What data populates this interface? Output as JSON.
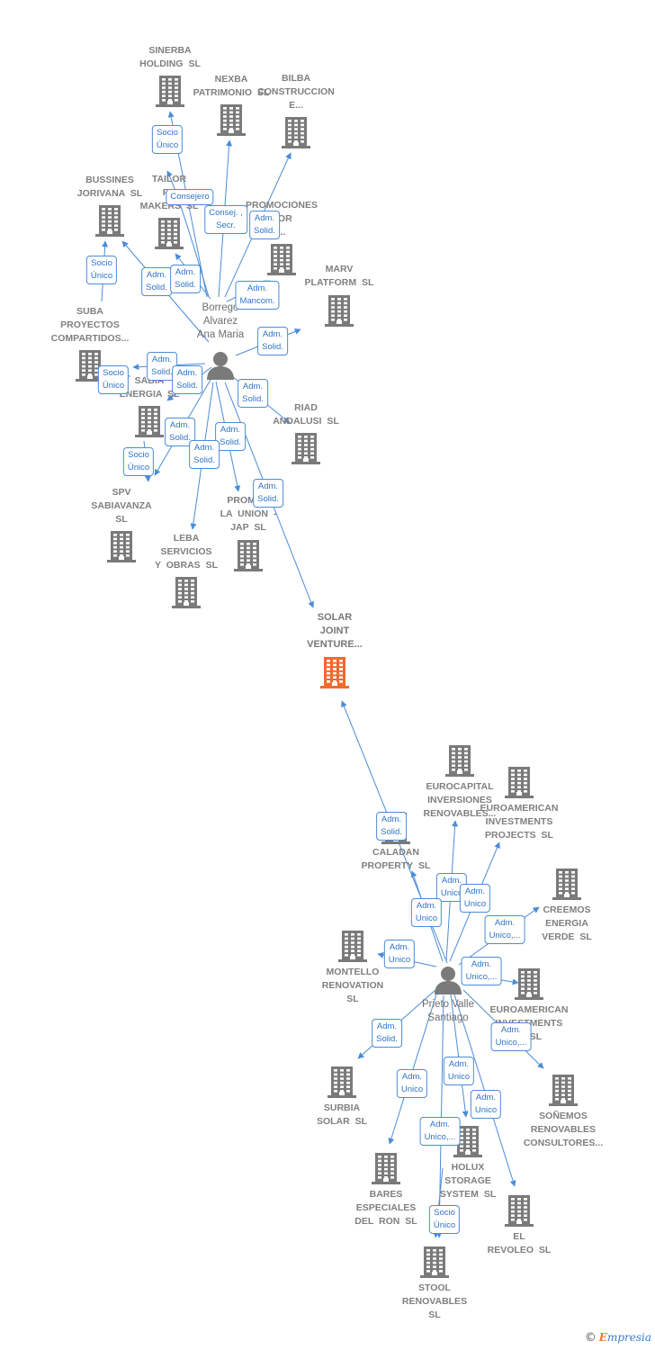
{
  "colors": {
    "edge": "#4a8cd8",
    "node": "#7a7a7a",
    "main_node": "#f06a2e",
    "tag_text": "#2f74c7"
  },
  "nodes": [
    {
      "id": "main",
      "type": "company",
      "main": true,
      "lines": [
        "SOLAR",
        "JOINT",
        "VENTURE..."
      ]
    },
    {
      "id": "p1",
      "type": "person",
      "lines": [
        "Borrego",
        "Alvarez",
        "Ana Maria"
      ]
    },
    {
      "id": "p2",
      "type": "person",
      "lines": [
        "Prieto Valle",
        "Santiago"
      ]
    },
    {
      "id": "c1",
      "type": "company",
      "lines": [
        "SINERBA",
        "HOLDING  SL"
      ]
    },
    {
      "id": "c2",
      "type": "company",
      "lines": [
        "NEXBA",
        "PATRIMONIO SL"
      ]
    },
    {
      "id": "c3",
      "type": "company",
      "lines": [
        "BILBA",
        "CONSTRUCCION",
        "E..."
      ]
    },
    {
      "id": "c4",
      "type": "company",
      "lines": [
        "BUSSINES",
        "JORIVANA  SL"
      ]
    },
    {
      "id": "c5",
      "type": "company",
      "lines": [
        "TAILOR",
        "RE",
        "MAKERS  SL"
      ]
    },
    {
      "id": "c6",
      "type": "company",
      "lines": [
        "PROMOCIONES",
        "DOR",
        "..."
      ]
    },
    {
      "id": "c7",
      "type": "company",
      "lines": [
        "MARV",
        "PLATFORM  SL"
      ]
    },
    {
      "id": "c8",
      "type": "company",
      "lines": [
        "SUBA",
        "PROYECTOS",
        "COMPARTIDOS..."
      ]
    },
    {
      "id": "c9",
      "type": "company",
      "lines": [
        "SABIA",
        "ENERGIA  SL"
      ]
    },
    {
      "id": "c10",
      "type": "company",
      "lines": [
        "RIAD",
        "ANDALUSI  SL"
      ]
    },
    {
      "id": "c11",
      "type": "company",
      "lines": [
        "SPV",
        "SABIAVANZA",
        "SL"
      ]
    },
    {
      "id": "c12",
      "type": "company",
      "lines": [
        "LEBA",
        "SERVICIOS",
        "Y OBRAS  SL"
      ]
    },
    {
      "id": "c13",
      "type": "company",
      "lines": [
        "PROMOC",
        "LA UNION -",
        "JAP  SL"
      ]
    },
    {
      "id": "c14",
      "type": "company",
      "lines": [
        "EUROCAPITAL",
        "INVERSIONES",
        "RENOVABLES..."
      ]
    },
    {
      "id": "c15",
      "type": "company",
      "lines": [
        "EUROAMERICAN",
        "INVESTMENTS",
        "PROJECTS  SL"
      ]
    },
    {
      "id": "c16",
      "type": "company",
      "lines": [
        "CALADAN",
        "PROPERTY  SL"
      ]
    },
    {
      "id": "c17",
      "type": "company",
      "lines": [
        "CREEMOS",
        "ENERGIA",
        "VERDE  SL"
      ]
    },
    {
      "id": "c18",
      "type": "company",
      "lines": [
        "MONTELLO",
        "RENOVATION",
        "SL"
      ]
    },
    {
      "id": "c19",
      "type": "company",
      "lines": [
        "EUROAMERICAN",
        "INVESTMENTS",
        "...  SL"
      ]
    },
    {
      "id": "c20",
      "type": "company",
      "lines": [
        "SURBIA",
        "SOLAR  SL"
      ]
    },
    {
      "id": "c21",
      "type": "company",
      "lines": [
        "SOÑEMOS",
        "RENOVABLES",
        "CONSULTORES..."
      ]
    },
    {
      "id": "c22",
      "type": "company",
      "lines": [
        "HOLUX",
        "STORAGE",
        "SYSTEM  SL"
      ]
    },
    {
      "id": "c23",
      "type": "company",
      "lines": [
        "BARES",
        "ESPECIALES",
        "DEL RON SL"
      ]
    },
    {
      "id": "c24",
      "type": "company",
      "lines": [
        "EL",
        "REVOLEO  SL"
      ]
    },
    {
      "id": "c25",
      "type": "company",
      "lines": [
        "STOOL",
        "RENOVABLES",
        "SL"
      ]
    }
  ],
  "edges": [
    {
      "from": "p1",
      "to": "c1",
      "label": [
        "Socio",
        "Único"
      ]
    },
    {
      "from": "p1",
      "to": "c5",
      "label": [
        "Consejero"
      ]
    },
    {
      "from": "p1",
      "to": "c2",
      "label": [
        "Consej. ,",
        "Secr."
      ]
    },
    {
      "from": "p1",
      "to": "c3",
      "label": [
        "Adm.",
        "Solid."
      ]
    },
    {
      "from": "p1",
      "to": "c4",
      "label": [
        "Adm.",
        "Solid."
      ]
    },
    {
      "from": "p1",
      "to": "c5",
      "label": [
        "Adm.",
        "Solid."
      ]
    },
    {
      "from": "p1",
      "to": "c6",
      "label": [
        "Adm.",
        "Mancom."
      ]
    },
    {
      "from": "p1",
      "to": "c7",
      "label": [
        "Adm.",
        "Solid."
      ]
    },
    {
      "from": "c8",
      "to": "c4",
      "label": [
        "Socio",
        "Único"
      ]
    },
    {
      "from": "p1",
      "to": "c9",
      "label": [
        "Adm.",
        "Solid."
      ]
    },
    {
      "from": "c9",
      "to": "c8",
      "label": [
        "Socio",
        "Único"
      ]
    },
    {
      "from": "p1",
      "to": "c9",
      "label": [
        "Adm.",
        "Solid."
      ]
    },
    {
      "from": "p1",
      "to": "c10",
      "label": [
        "Adm.",
        "Solid."
      ]
    },
    {
      "from": "p1",
      "to": "c11",
      "label": [
        "Adm.",
        "Solid."
      ]
    },
    {
      "from": "c9",
      "to": "c11",
      "label": [
        "Socio",
        "Único"
      ]
    },
    {
      "from": "p1",
      "to": "c13",
      "label": [
        "Adm.",
        "Solid."
      ]
    },
    {
      "from": "p1",
      "to": "c12",
      "label": [
        "Adm.",
        "Solid."
      ]
    },
    {
      "from": "p1",
      "to": "main",
      "label": [
        "Adm.",
        "Solid."
      ]
    },
    {
      "from": "p2",
      "to": "main",
      "label": [
        "Adm.",
        "Solid."
      ]
    },
    {
      "from": "p2",
      "to": "c14",
      "label": [
        "Adm.",
        "Unico"
      ]
    },
    {
      "from": "p2",
      "to": "c15",
      "label": [
        "Adm.",
        "Unico"
      ]
    },
    {
      "from": "p2",
      "to": "c16",
      "label": [
        "Adm.",
        "Unico"
      ]
    },
    {
      "from": "p2",
      "to": "c17",
      "label": [
        "Adm.",
        "Unico,..."
      ]
    },
    {
      "from": "p2",
      "to": "c18",
      "label": [
        "Adm.",
        "Unico"
      ]
    },
    {
      "from": "p2",
      "to": "c19",
      "label": [
        "Adm.",
        "Unico,..."
      ]
    },
    {
      "from": "p2",
      "to": "c20",
      "label": [
        "Adm.",
        "Solid."
      ]
    },
    {
      "from": "p2",
      "to": "c21",
      "label": [
        "Adm.",
        "Unico,..."
      ]
    },
    {
      "from": "p2",
      "to": "c23",
      "label": [
        "Adm.",
        "Unico"
      ]
    },
    {
      "from": "p2",
      "to": "c22",
      "label": [
        "Adm.",
        "Unico"
      ]
    },
    {
      "from": "p2",
      "to": "c24",
      "label": [
        "Adm.",
        "Unico"
      ]
    },
    {
      "from": "p2",
      "to": "c25",
      "label": [
        "Adm.",
        "Unico,..."
      ]
    },
    {
      "from": "c22",
      "to": "c25",
      "label": [
        "Socio",
        "Único"
      ]
    }
  ],
  "footer": {
    "copyright": "©",
    "brand_first": "E",
    "brand_rest": "mpresia"
  }
}
